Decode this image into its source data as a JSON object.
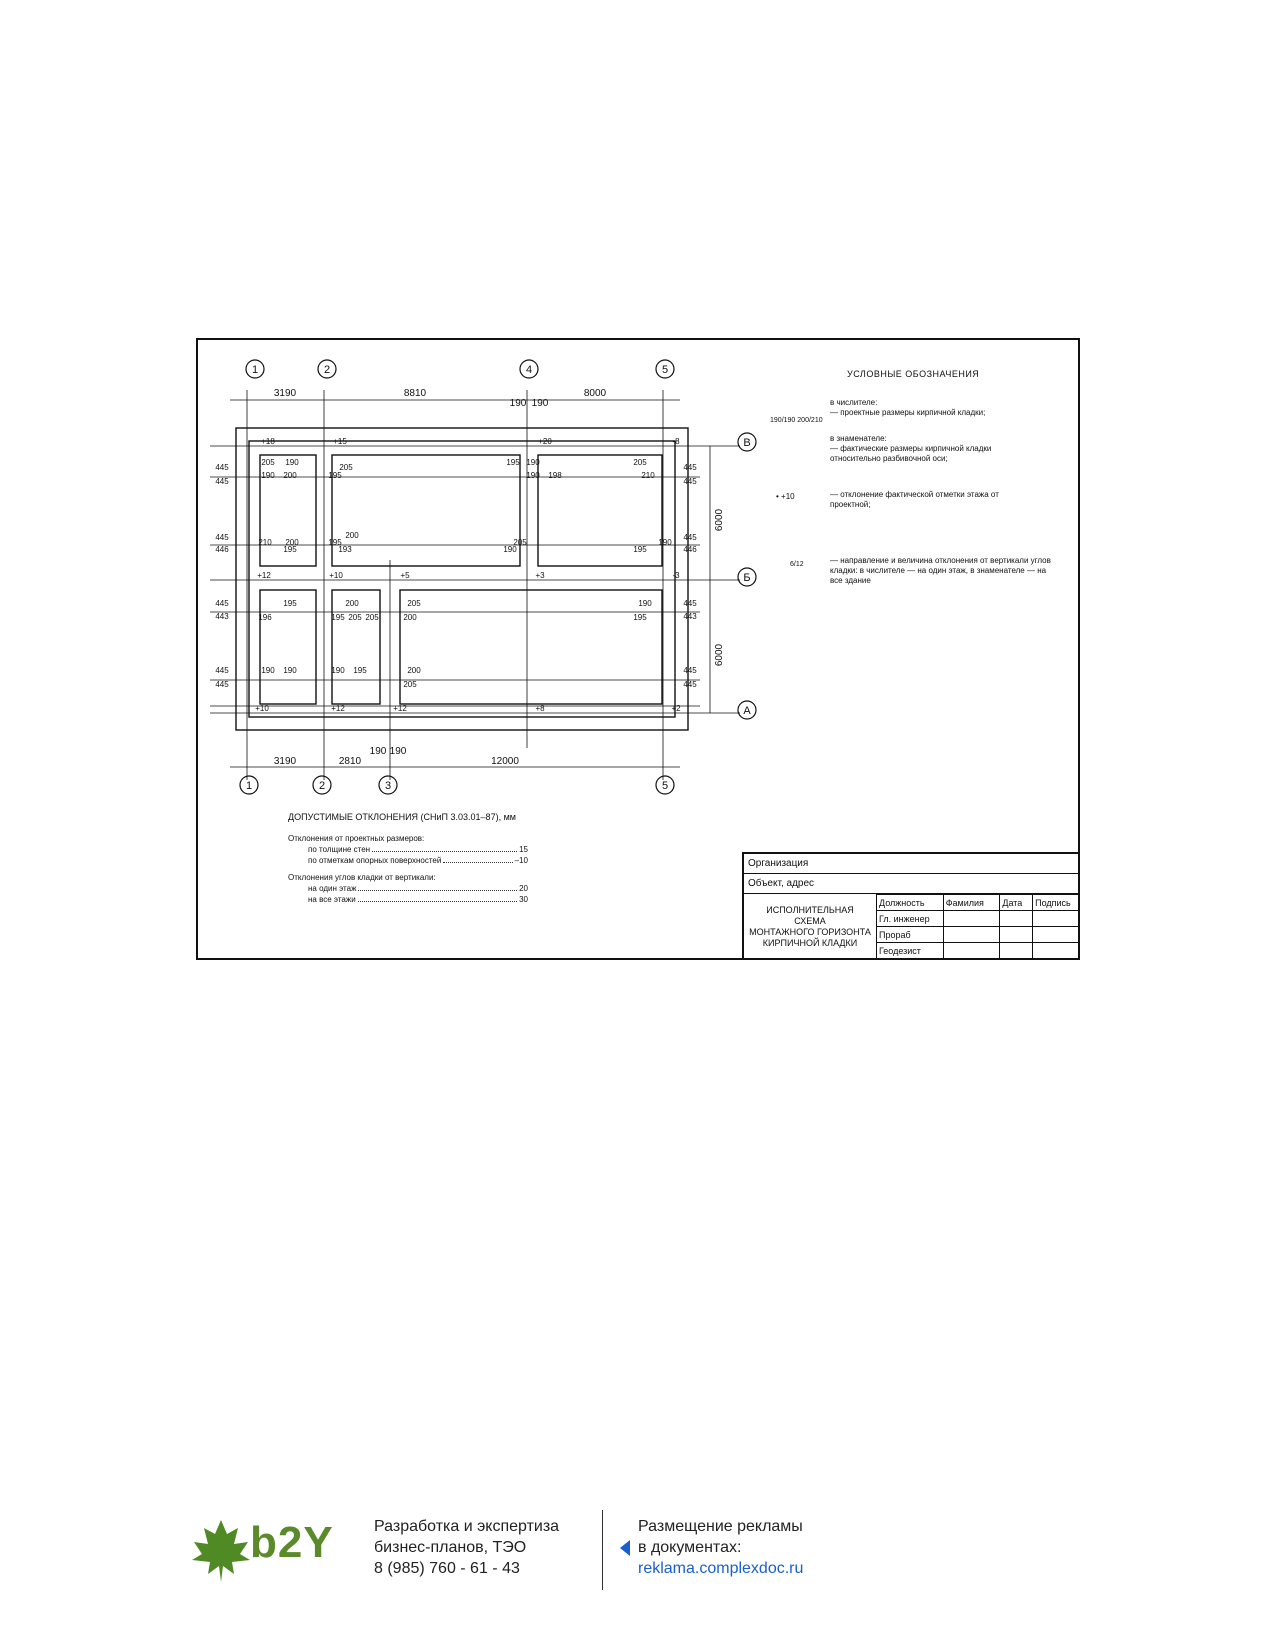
{
  "legend": {
    "title": "УСЛОВНЫЕ ОБОЗНАЧЕНИЯ",
    "numerator_caption": "в числителе:",
    "numerator_text": "— проектные размеры кирпичной кладки;",
    "denominator_caption": "в знаменателе:",
    "denominator_text": "— фактические размеры кирпичной кладки относительно разбивочной оси;",
    "elev_symbol": "• +10",
    "elev_text": "— отклонение фактической отметки этажа от проектной;",
    "vert_text": "— направление и величина отклонения от вертикали углов кладки: в числителе — на один этаж, в знаменателе — на все здание",
    "sample_numbers": [
      "190",
      "190",
      "200",
      "210",
      "6",
      "12"
    ]
  },
  "axes": {
    "columns": [
      "1",
      "2",
      "4",
      "5",
      "1",
      "2",
      "3",
      "5"
    ],
    "rows": [
      "В",
      "Б",
      "А"
    ],
    "top_dims": [
      "3190",
      "8810",
      "8000",
      "190",
      "190"
    ],
    "bottom_dims": [
      "3190",
      "2810",
      "12000",
      "190",
      "190"
    ],
    "right_dims": [
      "6000",
      "6000"
    ]
  },
  "plan_labels": {
    "elevations": [
      "+18",
      "+15",
      "+20",
      "-8",
      "+12",
      "+10",
      "+5",
      "+3",
      "-3",
      "+10",
      "+12",
      "+12",
      "+8",
      "+2"
    ],
    "dims_left": [
      "445",
      "445",
      "445",
      "446",
      "445",
      "443",
      "445",
      "445"
    ],
    "dims_right": [
      "445",
      "445",
      "445",
      "446",
      "445",
      "443",
      "445",
      "445"
    ],
    "dims_inner": [
      "205",
      "190",
      "200",
      "190",
      "195",
      "205",
      "190",
      "195",
      "190",
      "198",
      "205",
      "210",
      "210",
      "200",
      "195",
      "195",
      "193",
      "200",
      "195",
      "205",
      "205",
      "190",
      "190",
      "195",
      "195",
      "196",
      "200",
      "205",
      "200",
      "205",
      "190",
      "195",
      "190",
      "190",
      "190",
      "195",
      "200",
      "205"
    ]
  },
  "tolerances": {
    "title": "ДОПУСТИМЫЕ ОТКЛОНЕНИЯ (СНиП 3.03.01–87), мм",
    "group1": "Отклонения от проектных размеров:",
    "rows1": [
      {
        "label": "по толщине стен",
        "value": "15"
      },
      {
        "label": "по отметкам опорных поверхностей",
        "value": "–10"
      }
    ],
    "group2": "Отклонения углов кладки от вертикали:",
    "rows2": [
      {
        "label": "на один этаж",
        "value": "20"
      },
      {
        "label": "на все этажи",
        "value": "30"
      }
    ]
  },
  "stamp": {
    "organization": "Организация",
    "object": "Объект, адрес",
    "title_lines": [
      "ИСПОЛНИТЕЛЬНАЯ",
      "СХЕМА",
      "МОНТАЖНОГО ГОРИЗОНТА",
      "КИРПИЧНОЙ КЛАДКИ"
    ],
    "headers": [
      "Должность",
      "Фамилия",
      "Дата",
      "Подпись"
    ],
    "roles": [
      "Гл. инженер",
      "Прораб",
      "Геодезист"
    ]
  },
  "footer": {
    "logo": "b2Y",
    "left_lines": [
      "Разработка и экспертиза",
      "бизнес-планов, ТЭО",
      "8 (985) 760 - 61 - 43"
    ],
    "right_lines": [
      "Размещение рекламы",
      "в документах:"
    ],
    "link": "reklama.complexdoc.ru",
    "brand_color": "#5a8a2a",
    "link_color": "#1a5fd0"
  }
}
